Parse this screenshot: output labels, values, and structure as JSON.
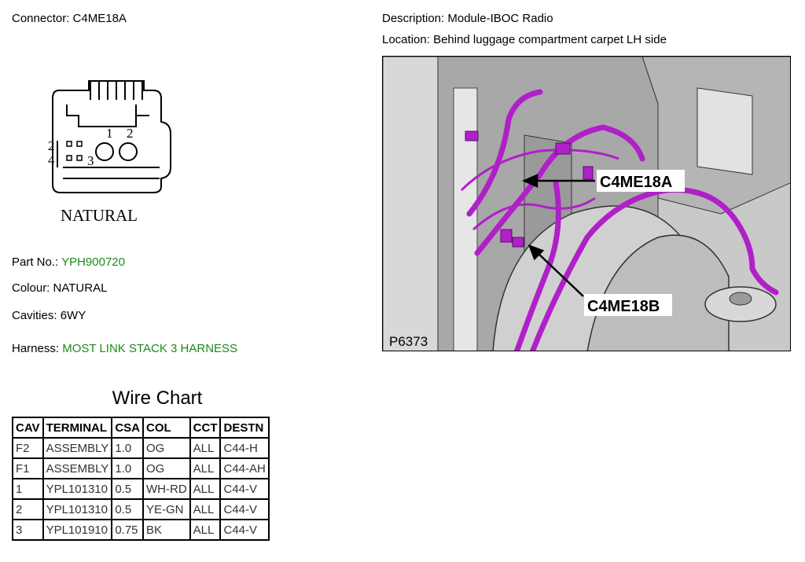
{
  "connector": {
    "label": "Connector:",
    "value": "C4ME18A"
  },
  "description": {
    "label": "Description:",
    "value": "Module-IBOC Radio"
  },
  "location": {
    "label": "Location:",
    "value": "Behind luggage compartment carpet LH side"
  },
  "drawing": {
    "pins": [
      "1",
      "2",
      "2",
      "4",
      "3"
    ],
    "colour_caption": "NATURAL"
  },
  "part_no": {
    "label": "Part No.:",
    "value": "YPH900720"
  },
  "colour": {
    "label": "Colour:",
    "value": "NATURAL"
  },
  "cavities": {
    "label": "Cavities:",
    "value": "6WY"
  },
  "harness": {
    "label": "Harness:",
    "value": "MOST LINK STACK 3 HARNESS"
  },
  "wire_chart": {
    "title": "Wire Chart",
    "headers": [
      "CAV",
      "TERMINAL",
      "CSA",
      "COL",
      "CCT",
      "DESTN"
    ],
    "rows": [
      [
        "F2",
        "ASSEMBLY",
        "1.0",
        "OG",
        "ALL",
        "C44-H"
      ],
      [
        "F1",
        "ASSEMBLY",
        "1.0",
        "OG",
        "ALL",
        "C44-AH"
      ],
      [
        "1",
        "YPL101310",
        "0.5",
        "WH-RD",
        "ALL",
        "C44-V"
      ],
      [
        "2",
        "YPL101310",
        "0.5",
        "YE-GN",
        "ALL",
        "C44-V"
      ],
      [
        "3",
        "YPL101910",
        "0.75",
        "BK",
        "ALL",
        "C44-V"
      ]
    ]
  },
  "photo": {
    "callouts": [
      "C4ME18A",
      "C4ME18B"
    ],
    "figure_id": "P6373"
  },
  "colors": {
    "harness": "#b020c8",
    "link_text": "#1a8a1a"
  }
}
